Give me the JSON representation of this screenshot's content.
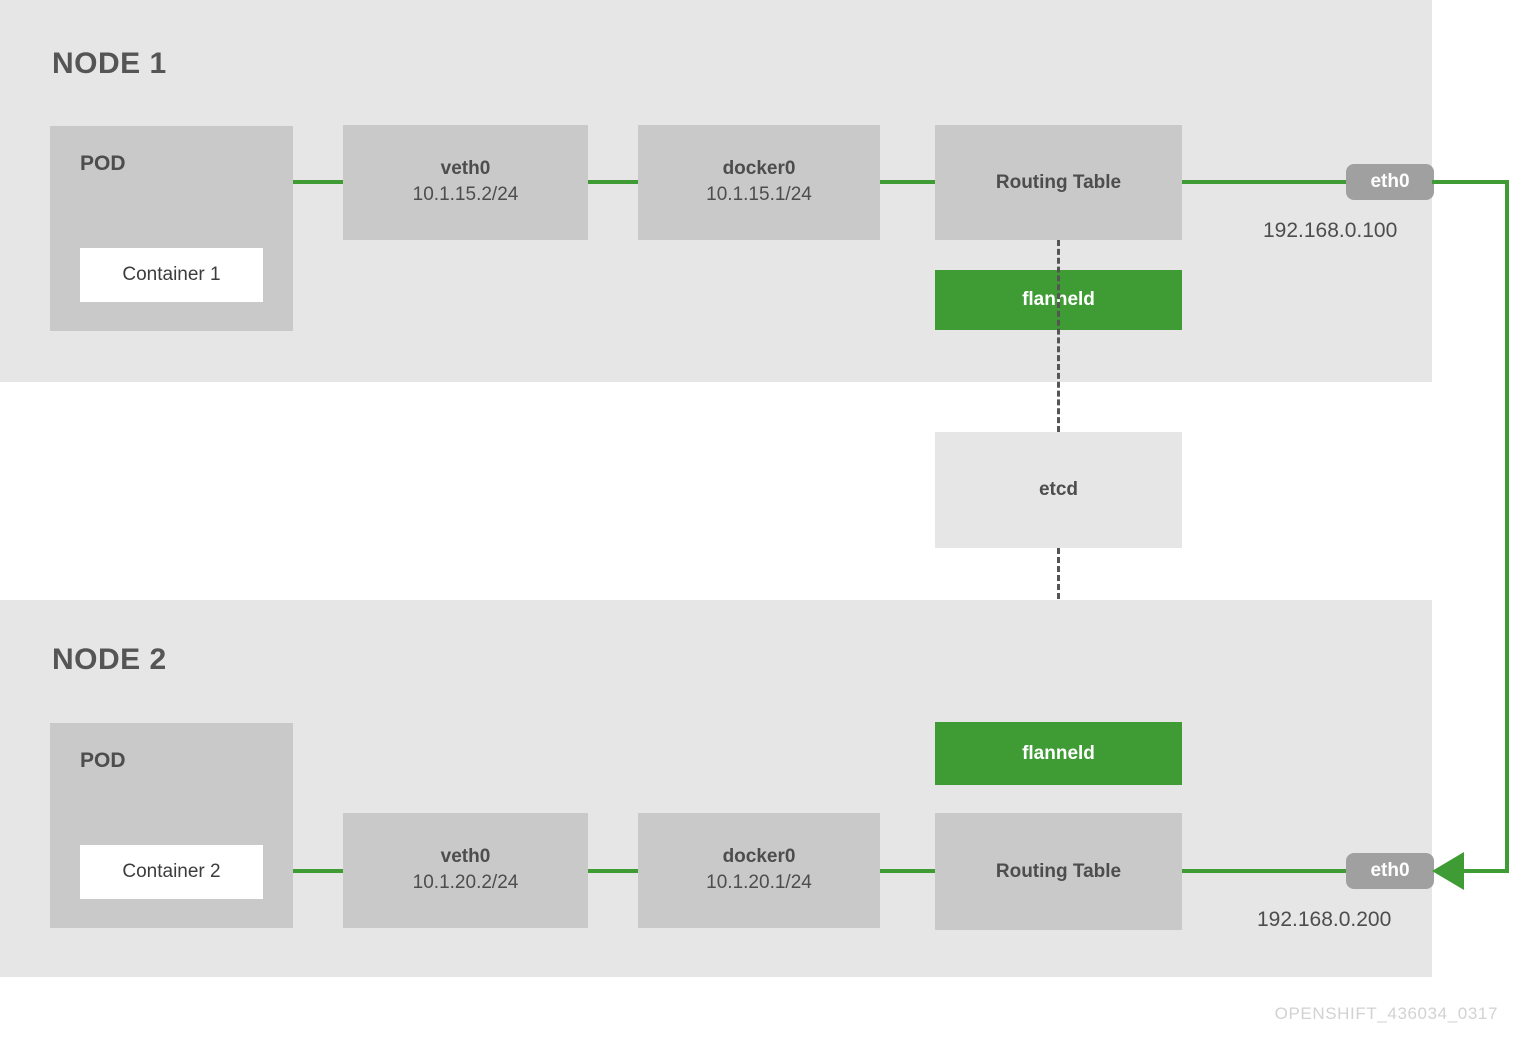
{
  "diagram": {
    "footer_code": "OPENSHIFT_436034_0317",
    "colors": {
      "green": "#3f9c35",
      "panel_grey": "#e6e6e6",
      "box_grey": "#c9c9c9",
      "badge_grey": "#a0a0a0",
      "text_dark": "#4d4d4d"
    }
  },
  "node1": {
    "title": "NODE 1",
    "pod": {
      "label": "POD",
      "container": "Container 1"
    },
    "veth": {
      "name": "veth0",
      "ip": "10.1.15.2/24"
    },
    "docker": {
      "name": "docker0",
      "ip": "10.1.15.1/24"
    },
    "routing_table": {
      "name": "Routing Table"
    },
    "flanneld": {
      "name": "flanneld"
    },
    "eth": {
      "name": "eth0",
      "ip": "192.168.0.100"
    }
  },
  "node2": {
    "title": "NODE 2",
    "pod": {
      "label": "POD",
      "container": "Container 2"
    },
    "veth": {
      "name": "veth0",
      "ip": "10.1.20.2/24"
    },
    "docker": {
      "name": "docker0",
      "ip": "10.1.20.1/24"
    },
    "routing_table": {
      "name": "Routing Table"
    },
    "flanneld": {
      "name": "flanneld"
    },
    "eth": {
      "name": "eth0",
      "ip": "192.168.0.200"
    }
  },
  "shared": {
    "etcd": {
      "name": "etcd"
    }
  }
}
